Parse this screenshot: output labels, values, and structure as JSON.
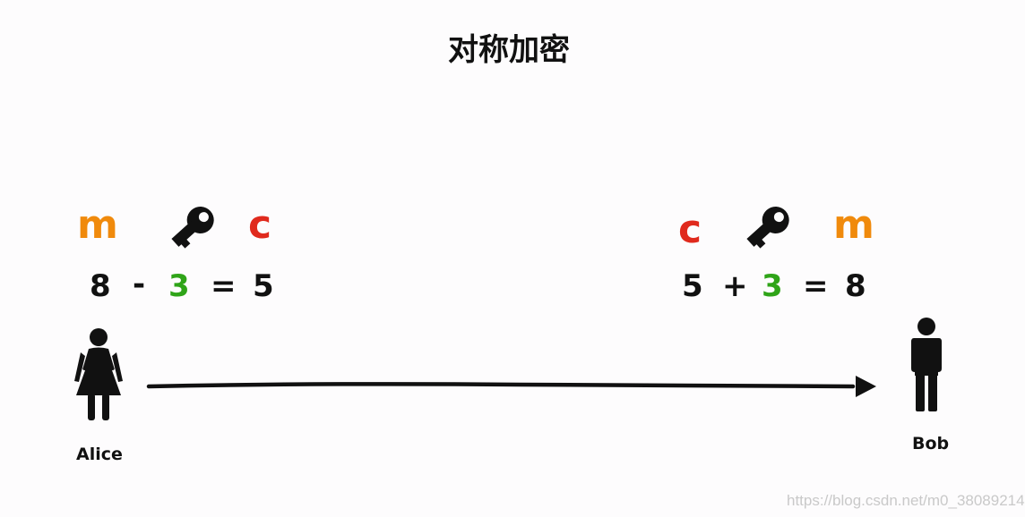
{
  "title": "对称加密",
  "alice": {
    "name": "Alice",
    "plain": "m",
    "cipher": "c",
    "equation": [
      "8",
      "-",
      "3",
      "=",
      "5"
    ]
  },
  "bob": {
    "name": "Bob",
    "cipher": "c",
    "plain": "m",
    "equation": [
      "5",
      "+",
      "3",
      "=",
      "8"
    ]
  },
  "colors": {
    "plain": "#f08a0c",
    "cipher": "#e02a1d",
    "key": "#2fa418"
  },
  "icons": [
    "key-icon",
    "woman-icon",
    "man-icon",
    "arrow-icon"
  ],
  "watermark": "https://blog.csdn.net/m0_38089214"
}
